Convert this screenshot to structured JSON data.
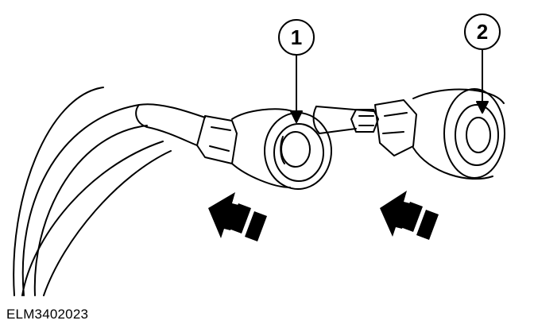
{
  "callouts": [
    {
      "id": "1",
      "label": "1"
    },
    {
      "id": "2",
      "label": "2"
    }
  ],
  "figure_code": "ELM3402023",
  "colors": {
    "ink": "#000000",
    "paper": "#ffffff"
  }
}
